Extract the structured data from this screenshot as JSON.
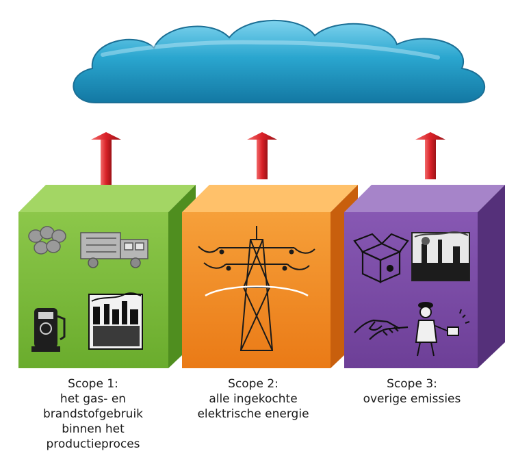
{
  "colors": {
    "cloud": "#2aa6cf",
    "arrow": "#d92128",
    "scope1": "#7cbd3b",
    "scope2": "#f08822",
    "scope3": "#7a4aa3"
  },
  "scopes": [
    {
      "title": "Scope 1:",
      "lines": [
        "het gas- en",
        "brandstofgebruik",
        "binnen het",
        "productieproces"
      ],
      "icons": [
        "gas-cylinders-icon",
        "truck-icon",
        "fuel-pump-icon",
        "factory-icon"
      ]
    },
    {
      "title": "Scope 2:",
      "lines": [
        "alle ingekochte",
        "elektrische energie"
      ],
      "icons": [
        "power-pylon-icon"
      ]
    },
    {
      "title": "Scope 3:",
      "lines": [
        "overige emissies"
      ],
      "icons": [
        "cardboard-box-icon",
        "industrial-site-icon",
        "handshake-icon",
        "traveler-icon"
      ]
    }
  ]
}
